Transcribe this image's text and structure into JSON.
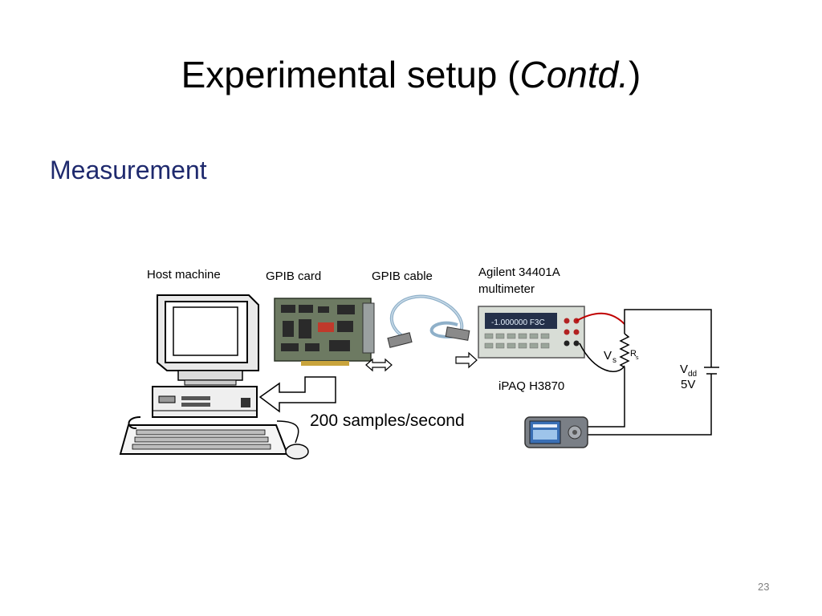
{
  "slide": {
    "title_main": "Experimental setup (",
    "title_italic": "Contd.",
    "title_close": ")",
    "subtitle": "Measurement",
    "slide_number": "23"
  },
  "diagram": {
    "labels": {
      "host": "Host machine",
      "gpib_card": "GPIB card",
      "gpib_cable": "GPIB cable",
      "multimeter_line1": "Agilent 34401A",
      "multimeter_line2": "multimeter",
      "ipaq": "iPAQ H3870",
      "rate": "200 samples/second"
    },
    "circuit": {
      "vs": "V",
      "vs_sub": "s",
      "rs": "R",
      "rs_sub": "s",
      "vdd": "V",
      "vdd_sub": "dd",
      "voltage": "5V"
    },
    "multimeter_display": "-1.000000  F3C"
  }
}
